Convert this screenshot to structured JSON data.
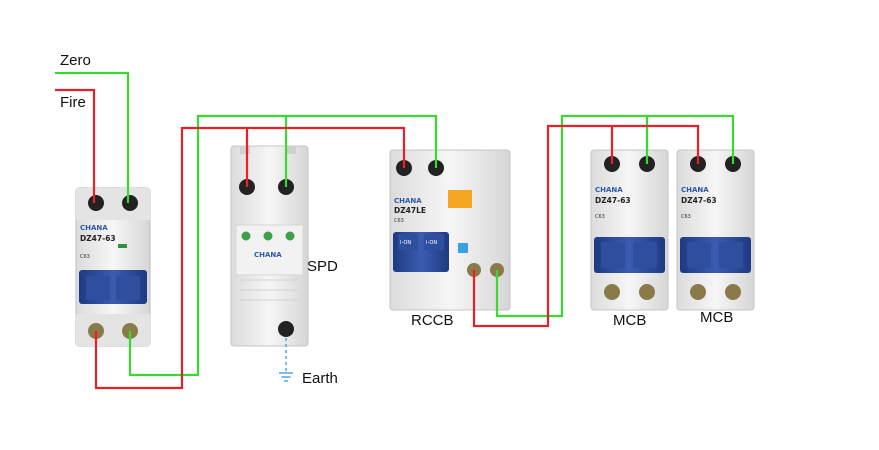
{
  "labels": {
    "zero": "Zero",
    "fire": "Fire",
    "spd": "SPD",
    "earth": "Earth",
    "rccb": "RCCB",
    "mcb1": "MCB",
    "mcb2": "MCB"
  },
  "devices": {
    "main_breaker": {
      "brand": "CHANA",
      "model": "DZ47-63",
      "rating": "C63"
    },
    "spd": {
      "brand": "CHANA"
    },
    "rccb": {
      "brand": "CHANA",
      "model": "DZ47LE",
      "rating": "C63",
      "switch_text": "I-ON"
    },
    "mcb1": {
      "brand": "CHANA",
      "model": "DZ47-63",
      "rating": "C63"
    },
    "mcb2": {
      "brand": "CHANA",
      "model": "DZ47-63",
      "rating": "C63"
    }
  },
  "colors": {
    "fire_wire": "#e8202a",
    "zero_wire": "#39d833",
    "earth_wire": "#4aa8e0",
    "handle": "#2b4a9a",
    "body": "#ededed",
    "test_button": "#f5a623"
  }
}
